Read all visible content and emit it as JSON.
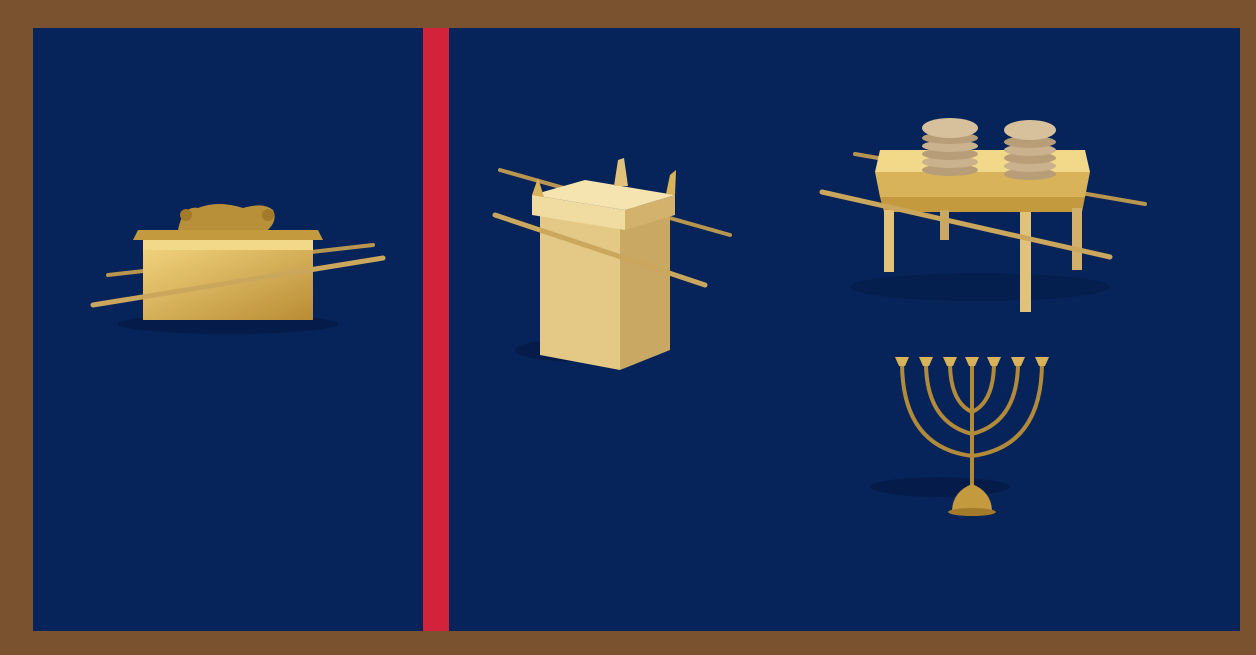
{
  "colors": {
    "frame": "#7a5230",
    "background": "#07245a",
    "veil": "#d3233a",
    "gold_light": "#f2d889",
    "gold_mid": "#d9b35a",
    "gold_dark": "#a27a2a",
    "bread": "#c9b28d",
    "shadow": "#041a44"
  },
  "items": [
    {
      "icon": "ark-of-the-covenant-icon",
      "section": "most-holy-place"
    },
    {
      "icon": "altar-of-incense-icon",
      "section": "holy-place"
    },
    {
      "icon": "table-of-showbread-icon",
      "section": "holy-place"
    },
    {
      "icon": "golden-lampstand-icon",
      "section": "holy-place"
    }
  ]
}
